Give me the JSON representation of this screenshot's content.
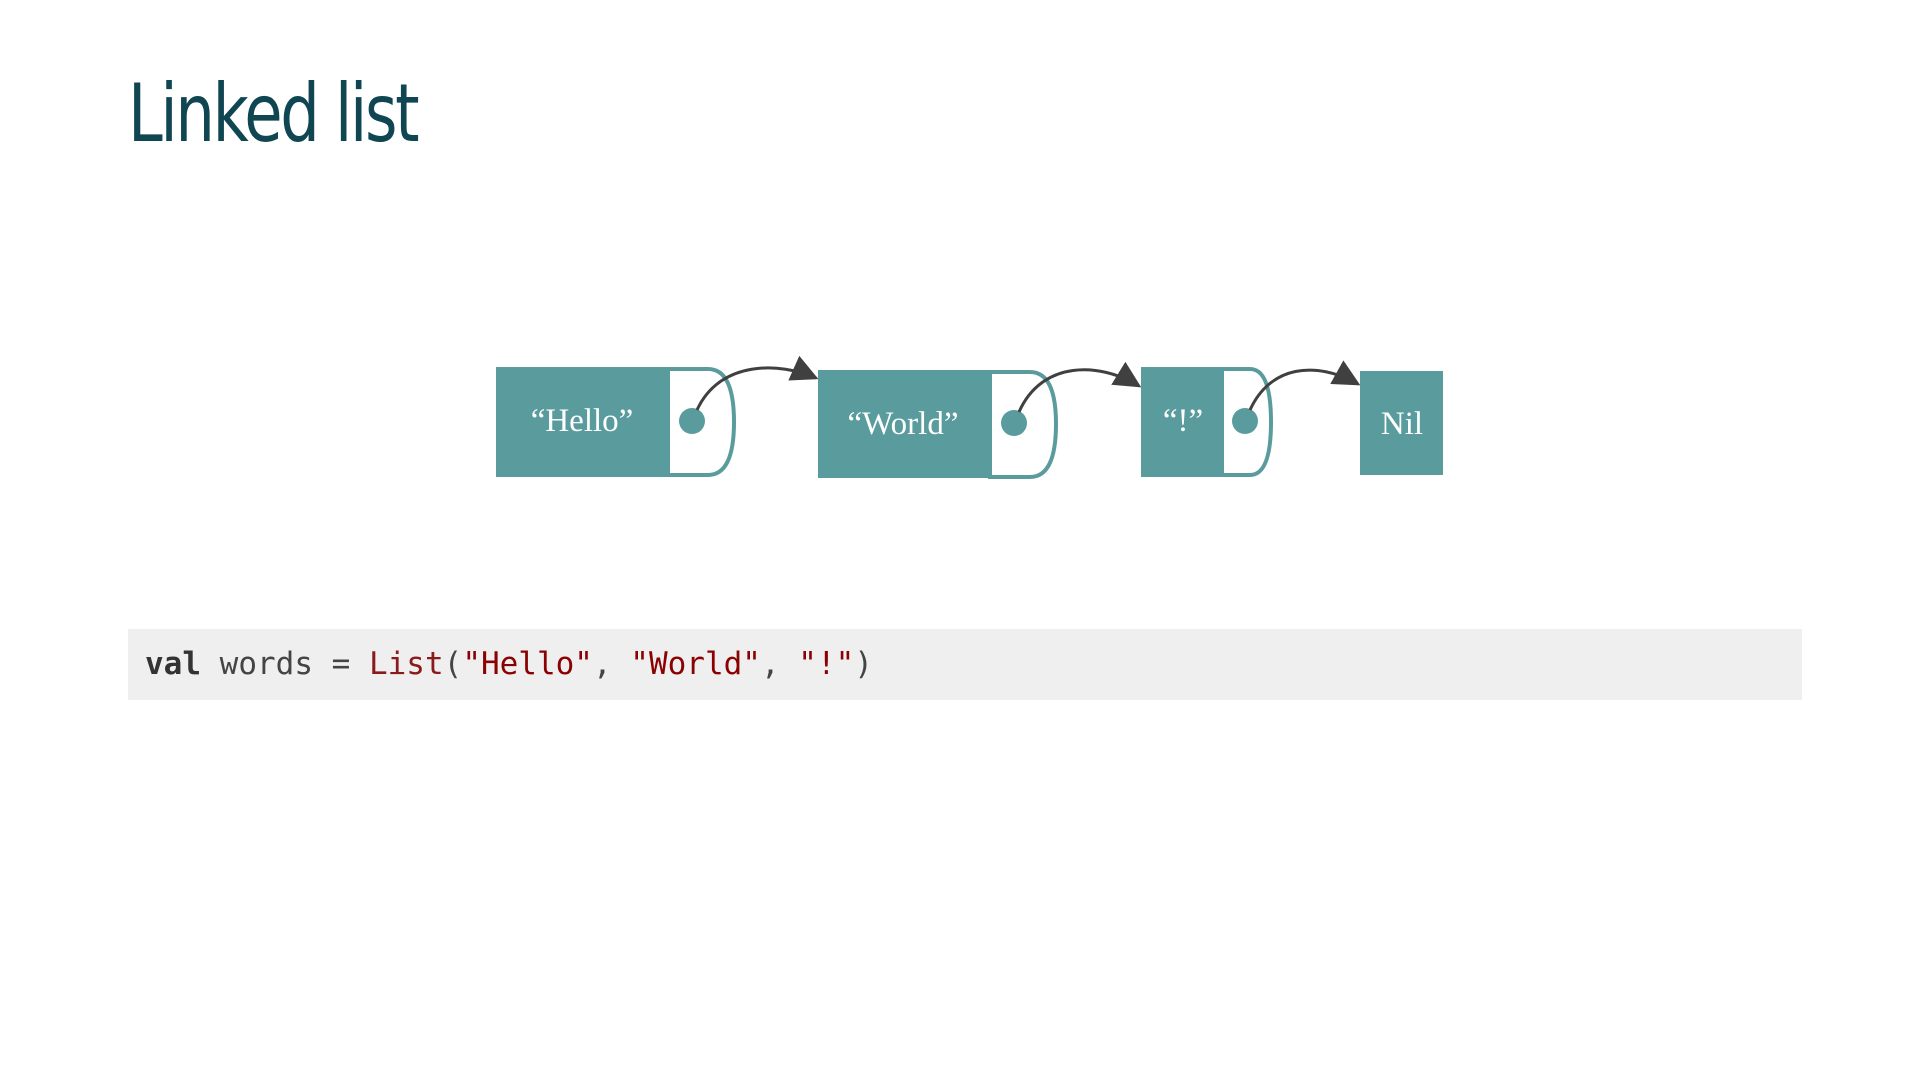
{
  "title": "Linked list",
  "colors": {
    "title": "#0f4652",
    "node_fill": "#5a9c9e",
    "node_border": "#5a9c9e",
    "pointer_dot": "#5a9c9e",
    "arrow": "#404040",
    "code_background": "#efefef",
    "code_keyword": "#333333",
    "code_string": "#8b0000"
  },
  "diagram": {
    "nodes": [
      {
        "label": "“Hello”"
      },
      {
        "label": "“World”"
      },
      {
        "label": "“!”"
      }
    ],
    "terminal": {
      "label": "Nil"
    }
  },
  "code": {
    "keyword": "val",
    "identifier": " words = ",
    "type_name": "List",
    "open_paren": "(",
    "arg1": "\"Hello\"",
    "sep1": ", ",
    "arg2": "\"World\"",
    "sep2": ", ",
    "arg3": "\"!\"",
    "close_paren": ")"
  }
}
